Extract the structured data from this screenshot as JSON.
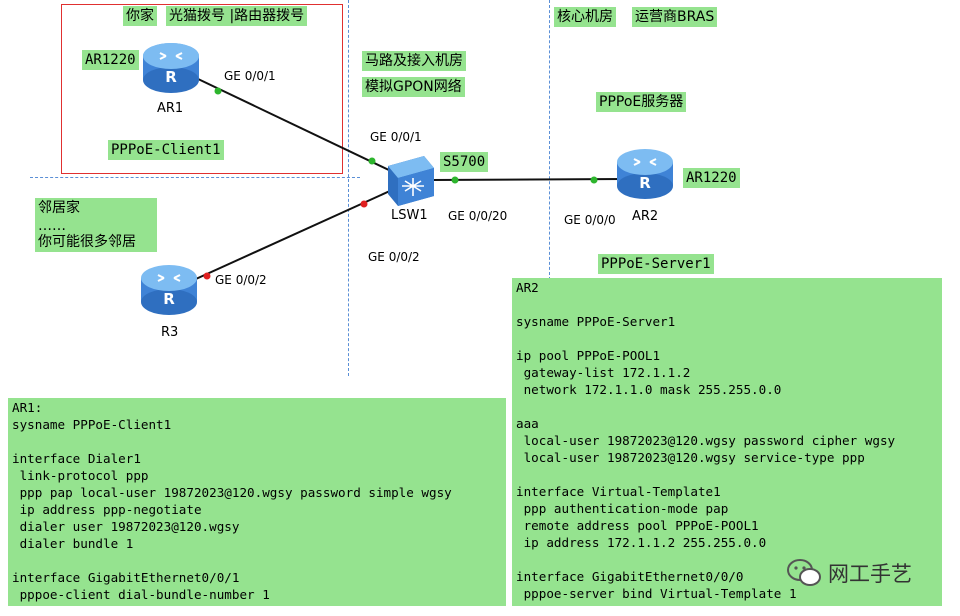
{
  "zones": {
    "home_title_1": "你家",
    "home_title_2": "光猫拨号 |路由器拨号",
    "access_title_1": "马路及接入机房",
    "access_title_2": "模拟GPON网络",
    "core_title_1": "核心机房",
    "core_title_2": "运营商BRAS",
    "neighbor_1": "邻居家",
    "neighbor_2": "……",
    "neighbor_3": "你可能很多邻居"
  },
  "devices": {
    "ar1": {
      "name": "AR1",
      "model": "AR1220",
      "role": "PPPoE-Client1"
    },
    "ar2": {
      "name": "AR2",
      "model": "AR1220",
      "role": "PPPoE-Server1",
      "service": "PPPoE服务器"
    },
    "lsw1": {
      "name": "LSW1",
      "model": "S5700"
    },
    "r3": {
      "name": "R3"
    }
  },
  "ports": {
    "ar1_port": "GE 0/0/1",
    "lsw1_port_1": "GE 0/0/1",
    "lsw1_port_20": "GE 0/0/20",
    "lsw1_port_2": "GE 0/0/2",
    "ar2_port": "GE 0/0/0",
    "r3_port": "GE 0/0/2"
  },
  "colors": {
    "link_up": "#2db52d",
    "link_down": "#e02020",
    "note_bg": "#95e38f",
    "router_blue": "#3f83d6"
  },
  "config_ar1": "AR1:\nsysname PPPoE-Client1\n\ninterface Dialer1\n link-protocol ppp\n ppp pap local-user 19872023@120.wgsy password simple wgsy\n ip address ppp-negotiate\n dialer user 19872023@120.wgsy\n dialer bundle 1\n\ninterface GigabitEthernet0/0/1\n pppoe-client dial-bundle-number 1",
  "config_ar2": "AR2\n\nsysname PPPoE-Server1\n\nip pool PPPoE-POOL1\n gateway-list 172.1.1.2\n network 172.1.1.0 mask 255.255.0.0\n\naaa\n local-user 19872023@120.wgsy password cipher wgsy\n local-user 19872023@120.wgsy service-type ppp\n\ninterface Virtual-Template1\n ppp authentication-mode pap\n remote address pool PPPoE-POOL1\n ip address 172.1.1.2 255.255.0.0\n\ninterface GigabitEthernet0/0/0\n pppoe-server bind Virtual-Template 1",
  "watermark": {
    "text": "网工手艺",
    "icon": "wechat-icon"
  }
}
